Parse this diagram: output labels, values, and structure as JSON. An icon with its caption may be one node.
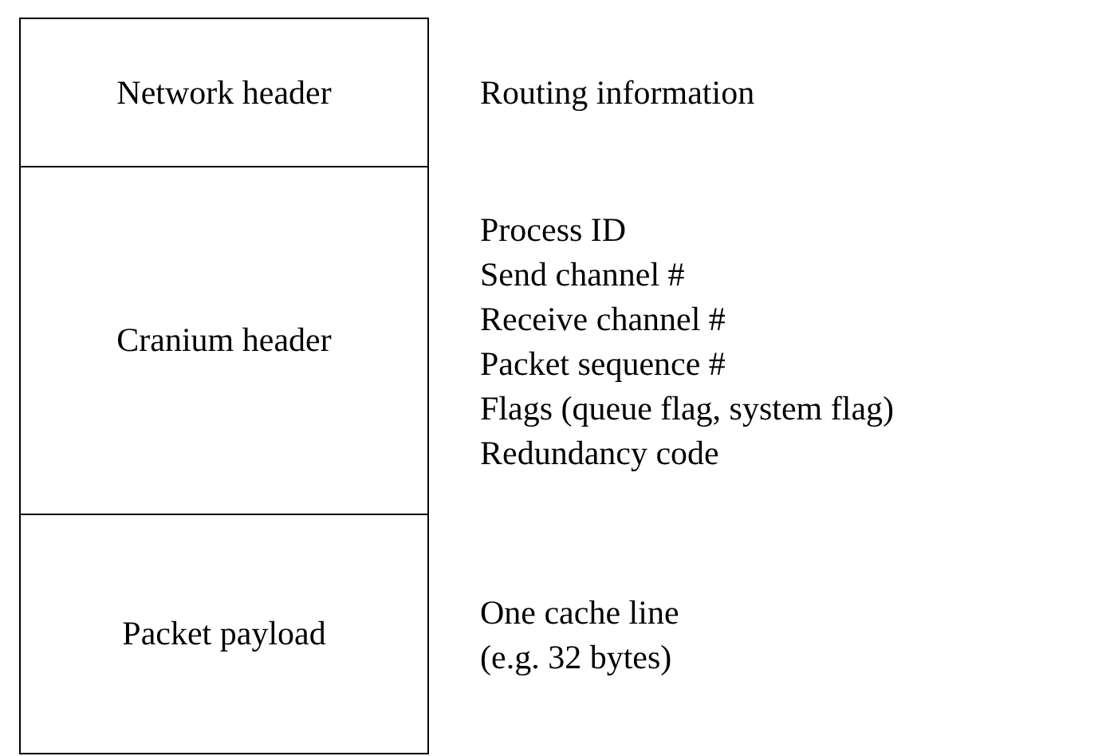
{
  "diagram": {
    "nodes": [
      {
        "text": [
          "Network header"
        ],
        "beside": [
          "Routing information"
        ]
      },
      {
        "text": [
          "Cranium header"
        ],
        "beside": [
          "Process ID",
          "Send channel #",
          "Receive channel #",
          "Packet sequence #",
          "Flags (queue flag, system flag)",
          "Redundancy code"
        ]
      },
      {
        "text": [
          "Packet payload"
        ],
        "beside": [
          "One cache line (e.g. 32 bytes)"
        ]
      }
    ]
  }
}
